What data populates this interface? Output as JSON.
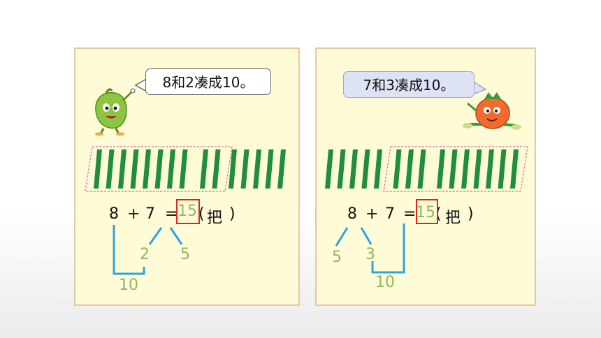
{
  "left_panel": {
    "bubble_text": "8和2凑成10。",
    "equation": {
      "a": "8",
      "op": "+",
      "b": "7",
      "eq": "=",
      "answer": "15",
      "paren_open": "(",
      "unit": "把",
      "paren_close": ")"
    },
    "split_parts": [
      "2",
      "5"
    ],
    "make_ten": "10",
    "sticks": {
      "group1_count": 8,
      "group2_count": 2,
      "group3_count": 5
    }
  },
  "right_panel": {
    "bubble_text": "7和3凑成10。",
    "equation": {
      "a": "8",
      "op": "+",
      "b": "7",
      "eq": "=",
      "answer": "15",
      "paren_open": "(",
      "unit": "把",
      "paren_close": ")"
    },
    "split_parts": [
      "5",
      "3"
    ],
    "make_ten": "10",
    "sticks": {
      "group1_count": 5,
      "group2_count": 3,
      "group3_count": 7
    }
  },
  "colors": {
    "stick_green": "#1f8f3c",
    "number_green": "#90b65a",
    "bracket_blue": "#2aa6df",
    "answer_box_red": "#e2231a",
    "dashed_pink": "#d96aa0",
    "panel_bg": "#fffbd7"
  },
  "icons": {
    "left_character": "green-pepper-character-icon",
    "right_character": "tomato-character-icon"
  }
}
